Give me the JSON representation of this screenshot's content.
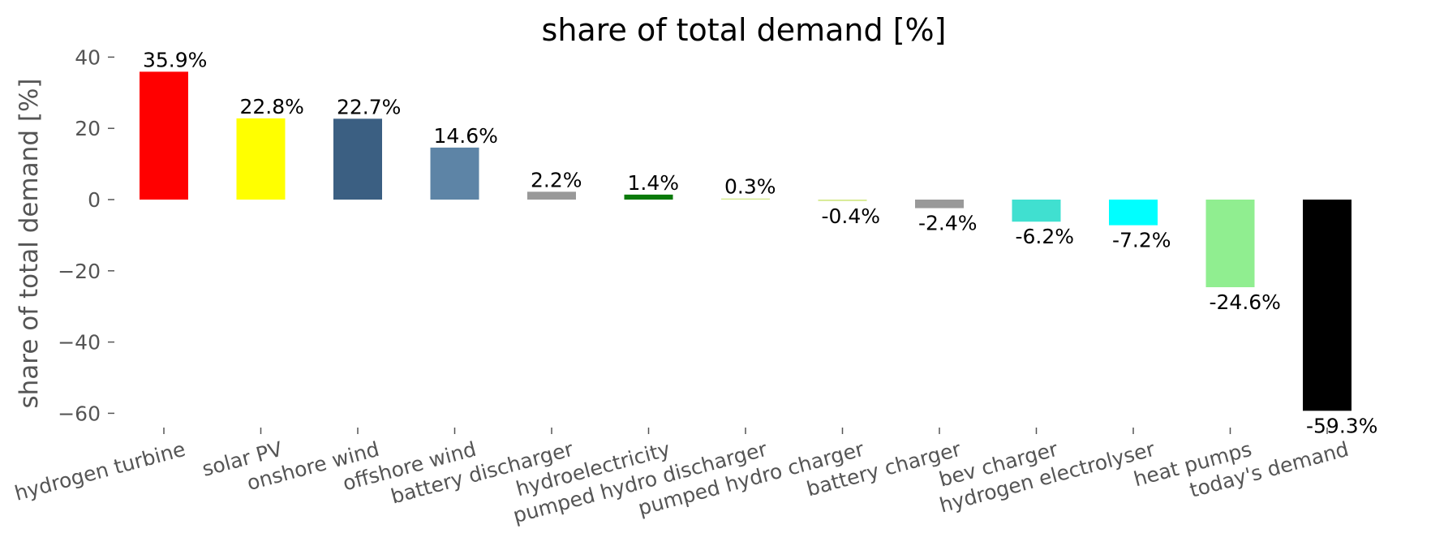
{
  "chart_data": {
    "type": "bar",
    "title": "share of total demand [%]",
    "ylabel": "share of total demand [%]",
    "xlabel": "",
    "ylim": [
      -65,
      42
    ],
    "yticks": [
      40,
      20,
      0,
      -20,
      -40,
      -60
    ],
    "ytick_labels": [
      "40",
      "20",
      "0",
      "−20",
      "−40",
      "−60"
    ],
    "grid": false,
    "categories": [
      "hydrogen turbine",
      "solar PV",
      "onshore wind",
      "offshore wind",
      "battery discharger",
      "hydroelectricity",
      "pumped hydro discharger",
      "pumped hydro charger",
      "battery charger",
      "bev charger",
      "hydrogen electrolyser",
      "heat pumps",
      "today's demand"
    ],
    "values": [
      35.9,
      22.8,
      22.7,
      14.6,
      2.2,
      1.4,
      0.3,
      -0.4,
      -2.4,
      -6.2,
      -7.2,
      -24.6,
      -59.3
    ],
    "data_labels": [
      "35.9%",
      "22.8%",
      "22.7%",
      "14.6%",
      "2.2%",
      "1.4%",
      "0.3%",
      "-0.4%",
      "-2.4%",
      "-6.2%",
      "-7.2%",
      "-24.6%",
      "-59.3%"
    ],
    "colors": [
      "#ff0000",
      "#ffff00",
      "#3b5f82",
      "#5d84a6",
      "#999999",
      "#0a7a0a",
      "#d4e88a",
      "#d4e88a",
      "#999999",
      "#40e0d0",
      "#00ffff",
      "#90ee90",
      "#000000"
    ]
  }
}
